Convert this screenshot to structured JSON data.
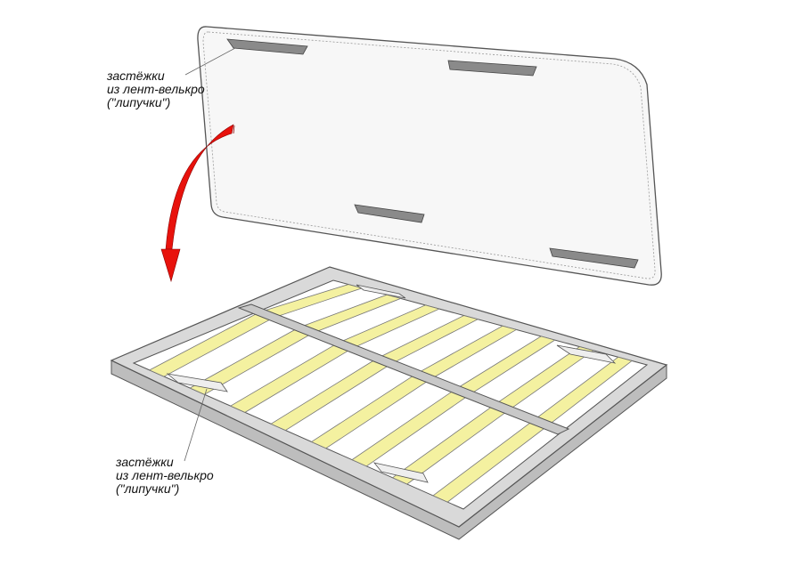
{
  "labels": {
    "top": {
      "line1": "застёжки",
      "line2": "из лент-велькро",
      "line3": "(\"липучки\")"
    },
    "bottom": {
      "line1": "застёжки",
      "line2": "из лент-велькро",
      "line3": "(\"липучки\")"
    }
  },
  "colors": {
    "arrow": "#e8120c",
    "slat": "#f4f1a0",
    "frame_top": "#d9d9d9",
    "frame_side": "#bdbdbd",
    "pad": "#f7f7f7",
    "velcro": "#8a8a8a"
  }
}
